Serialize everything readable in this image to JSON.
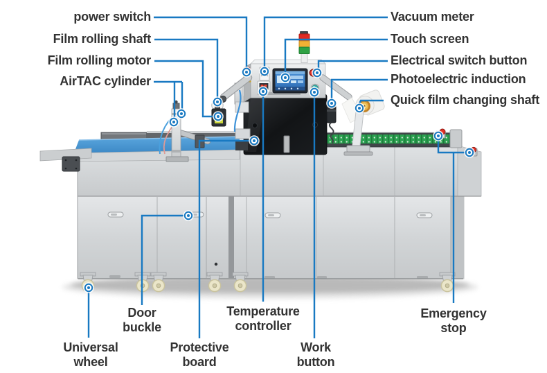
{
  "diagram": {
    "subject": "tray sealing packaging machine annotated diagram",
    "labels": {
      "left": [
        {
          "id": "power-switch",
          "text": "power switch"
        },
        {
          "id": "film-rolling-shaft",
          "text": "Film rolling shaft"
        },
        {
          "id": "film-rolling-motor",
          "text": "Film rolling motor"
        },
        {
          "id": "airtac-cylinder",
          "text": "AirTAC cylinder"
        }
      ],
      "right": [
        {
          "id": "vacuum-meter",
          "text": "Vacuum meter"
        },
        {
          "id": "touch-screen",
          "text": "Touch screen"
        },
        {
          "id": "electrical-switch-button",
          "text": "Electrical switch button"
        },
        {
          "id": "photoelectric-induction",
          "text": "Photoelectric induction"
        },
        {
          "id": "quick-film-changing-shaft",
          "text": "Quick film changing shaft"
        }
      ],
      "bottom": [
        {
          "id": "universal-wheel",
          "text": "Universal\nwheel"
        },
        {
          "id": "door-buckle",
          "text": "Door\nbuckle"
        },
        {
          "id": "protective-board",
          "text": "Protective\nboard"
        },
        {
          "id": "temperature-controller",
          "text": "Temperature\ncontroller"
        },
        {
          "id": "work-button",
          "text": "Work\nbutton"
        },
        {
          "id": "emergency-stop",
          "text": "Emergency\nstop"
        }
      ]
    },
    "colors": {
      "callout_blue": "#1879c2",
      "label_text": "#323232",
      "tower_red": "#e02a22",
      "tower_amber": "#f2b135",
      "tower_green": "#2fa244",
      "belt_blue": "#4493d4",
      "conveyor_green": "#2ba150",
      "machine_black": "#17191c",
      "wheel_cream": "#ebe6c9",
      "film_chuck_gold": "#e9b64e"
    }
  }
}
